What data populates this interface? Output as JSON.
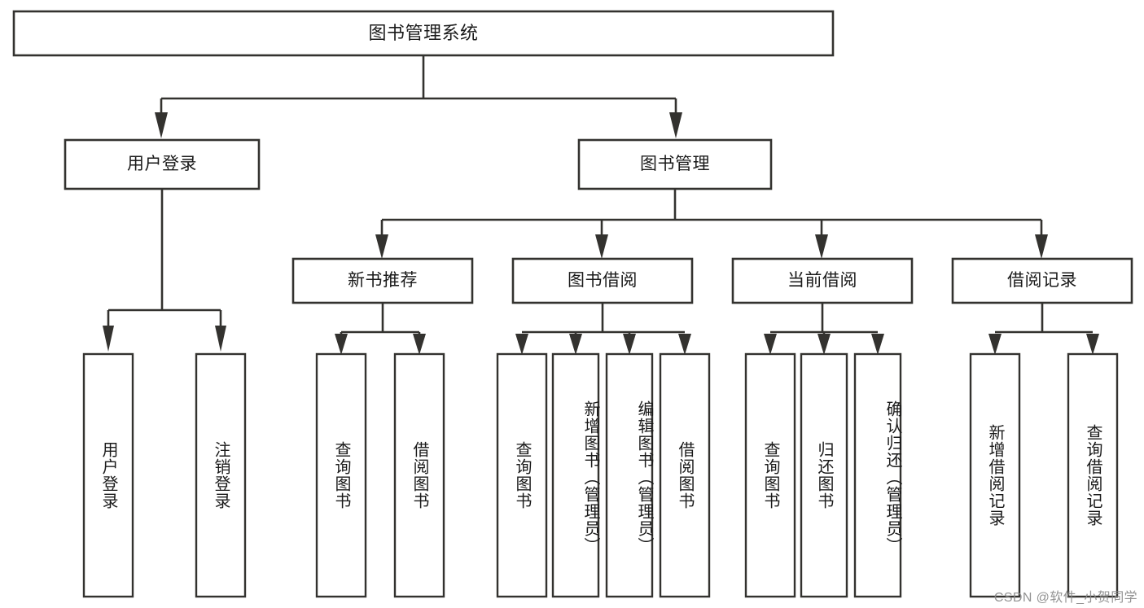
{
  "diagram": {
    "type": "tree-hierarchy-chart",
    "title": "图书管理系统",
    "orientation": "top-down",
    "colors": {
      "box_stroke": "#33322f",
      "box_fill": "#ffffff",
      "connector": "#33322f",
      "text": "#1a1a1a",
      "watermark": "#8a8a8a",
      "background": "#ffffff"
    },
    "root": {
      "label": "图书管理系统",
      "level": 1
    },
    "level2": [
      {
        "label": "用户登录"
      },
      {
        "label": "图书管理"
      }
    ],
    "level3": [
      {
        "label": "新书推荐",
        "parent": "图书管理"
      },
      {
        "label": "图书借阅",
        "parent": "图书管理"
      },
      {
        "label": "当前借阅",
        "parent": "图书管理"
      },
      {
        "label": "借阅记录",
        "parent": "图书管理"
      }
    ],
    "leaves_user_login": [
      {
        "label": "用户登录"
      },
      {
        "label": "注销登录"
      }
    ],
    "leaves_new_book": [
      {
        "label": "查询图书"
      },
      {
        "label": "借阅图书"
      }
    ],
    "leaves_borrow": [
      {
        "label": "查询图书"
      },
      {
        "label": "新增图书（管理员）"
      },
      {
        "label": "编辑图书（管理员）"
      },
      {
        "label": "借阅图书"
      }
    ],
    "leaves_current": [
      {
        "label": "查询图书"
      },
      {
        "label": "归还图书"
      },
      {
        "label": "确认归还（管理员）"
      }
    ],
    "leaves_records": [
      {
        "label": "新增借阅记录"
      },
      {
        "label": "查询借阅记录"
      }
    ]
  },
  "watermark": {
    "text": "CSDN @软件_小贺同学"
  }
}
